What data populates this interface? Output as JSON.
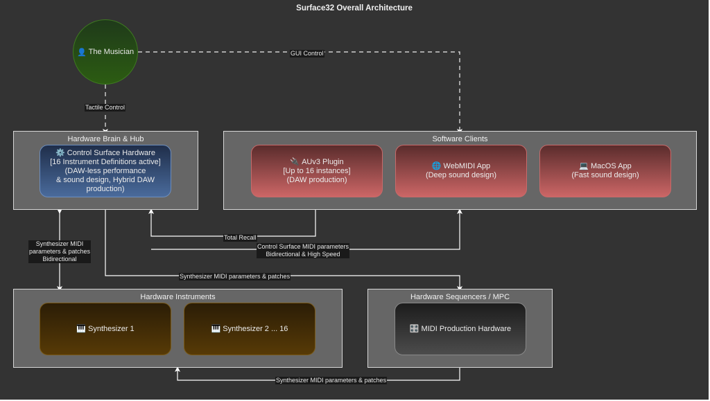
{
  "title": "Surface32 Overall Architecture",
  "musician": {
    "icon": "👤",
    "label": "The Musician"
  },
  "groups": {
    "brain": {
      "title": "Hardware Brain & Hub",
      "node": {
        "icon": "⚙️",
        "lines": [
          "Control Surface Hardware",
          "[16 Instrument Definitions active]",
          "(DAW-less performance",
          "& sound design, Hybrid DAW",
          "production)"
        ]
      }
    },
    "software": {
      "title": "Software Clients",
      "nodes": [
        {
          "icon": "🔌",
          "lines": [
            "AUv3 Plugin",
            "[Up to 16 instances]",
            "(DAW production)"
          ]
        },
        {
          "icon": "🌐",
          "lines": [
            "WebMIDI App",
            "(Deep sound design)"
          ]
        },
        {
          "icon": "💻",
          "lines": [
            "MacOS App",
            "(Fast sound design)"
          ]
        }
      ]
    },
    "instruments": {
      "title": "Hardware Instruments",
      "nodes": [
        {
          "icon": "🎹",
          "lines": [
            "Synthesizer 1"
          ]
        },
        {
          "icon": "🎹",
          "lines": [
            "Synthesizer 2 ... 16"
          ]
        }
      ]
    },
    "sequencers": {
      "title": "Hardware Sequencers / MPC",
      "node": {
        "icon": "🎛️",
        "lines": [
          "MIDI Production Hardware"
        ]
      }
    }
  },
  "edges": {
    "gui_control": "GUI Control",
    "tactile_control": "Tactile Control",
    "synth_bidirectional": [
      "Synthesizer MIDI",
      "parameters & patches",
      "Bidirectional"
    ],
    "total_recall": "Total Recall",
    "control_surface": [
      "Control Surface MIDI parameters",
      "Bidirectional & High Speed"
    ],
    "synth_to_sequencers": "Synthesizer MIDI parameters & patches",
    "sequencers_to_instruments": "Synthesizer MIDI parameters & patches"
  },
  "colors": {
    "background": "#333333",
    "group_fill": "#666666",
    "brain_node": "#4a6b9c",
    "software_node": "#cc6666",
    "instrument_node": "#573a06",
    "sequencer_node": "#4c4c4c",
    "musician": "#2c5c12"
  }
}
